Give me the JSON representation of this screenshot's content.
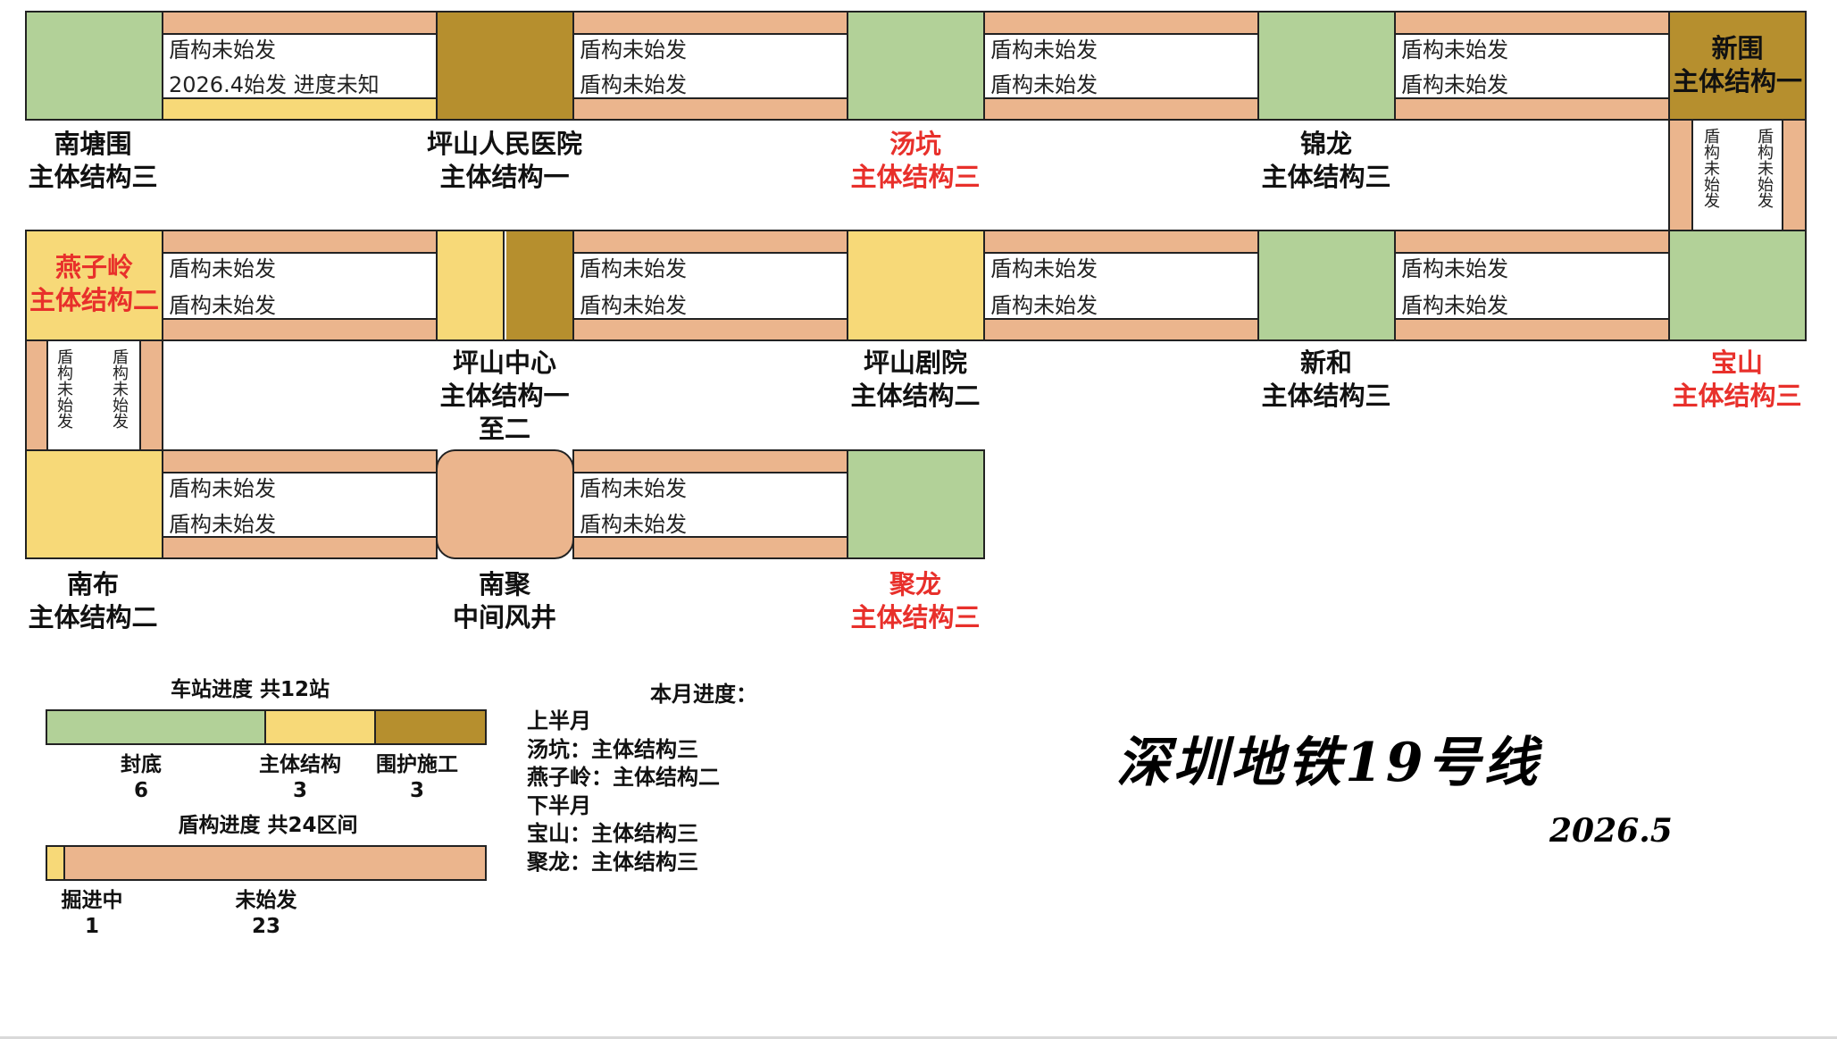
{
  "stations": [
    {
      "id": "nantangwei",
      "name": "南塘围",
      "status": "主体结构三",
      "highlight": false
    },
    {
      "id": "pingshan-hospital",
      "name": "坪山人民医院",
      "status": "主体结构一",
      "highlight": false
    },
    {
      "id": "tangkeng",
      "name": "汤坑",
      "status": "主体结构三",
      "highlight": true
    },
    {
      "id": "jinlong",
      "name": "锦龙",
      "status": "主体结构三",
      "highlight": false
    },
    {
      "id": "xinwei",
      "name": "新围",
      "status": "主体结构一",
      "highlight": false
    },
    {
      "id": "yanziling",
      "name": "燕子岭",
      "status": "主体结构二",
      "highlight": true
    },
    {
      "id": "pingshan-center",
      "name": "坪山中心",
      "status": "主体结构一",
      "status2": "至二",
      "highlight": false
    },
    {
      "id": "pingshan-theatre",
      "name": "坪山剧院",
      "status": "主体结构二",
      "highlight": false
    },
    {
      "id": "xinhe",
      "name": "新和",
      "status": "主体结构三",
      "highlight": false
    },
    {
      "id": "baoshan",
      "name": "宝山",
      "status": "主体结构三",
      "highlight": true
    },
    {
      "id": "nanbu",
      "name": "南布",
      "status": "主体结构二",
      "highlight": false
    },
    {
      "id": "nanju",
      "name": "南聚",
      "status": "中间风井",
      "highlight": false
    },
    {
      "id": "julong",
      "name": "聚龙",
      "status": "主体结构三",
      "highlight": true
    }
  ],
  "tunnels": {
    "t1": {
      "upper": "盾构未始发",
      "lower": "2026.4始发 进度未知"
    },
    "t2": {
      "upper": "盾构未始发",
      "lower": "盾构未始发"
    },
    "t3": {
      "upper": "盾构未始发",
      "lower": "盾构未始发"
    },
    "t4": {
      "upper": "盾构未始发",
      "lower": "盾构未始发"
    },
    "t5": {
      "left": "盾构未始发",
      "right": "盾构未始发"
    },
    "t6": {
      "upper": "盾构未始发",
      "lower": "盾构未始发"
    },
    "t7": {
      "upper": "盾构未始发",
      "lower": "盾构未始发"
    },
    "t8": {
      "upper": "盾构未始发",
      "lower": "盾构未始发"
    },
    "t9": {
      "upper": "盾构未始发",
      "lower": "盾构未始发"
    },
    "t10": {
      "left": "盾构未始发",
      "right": "盾构未始发"
    },
    "t11": {
      "upper": "盾构未始发",
      "lower": "盾构未始发"
    },
    "t12": {
      "upper": "盾构未始发",
      "lower": "盾构未始发"
    }
  },
  "legend": {
    "station_title": "车站进度 共12站",
    "station_items": [
      {
        "label": "封底",
        "count": "6"
      },
      {
        "label": "主体结构",
        "count": "3"
      },
      {
        "label": "围护施工",
        "count": "3"
      }
    ],
    "shield_title": "盾构进度 共24区间",
    "shield_items": [
      {
        "label": "掘进中",
        "count": "1"
      },
      {
        "label": "未始发",
        "count": "23"
      }
    ]
  },
  "monthly": {
    "title": "本月进度：",
    "lines": [
      "上半月",
      "汤坑：主体结构三",
      "燕子岭：主体结构二",
      "下半月",
      "宝山：主体结构三",
      "聚龙：主体结构三"
    ]
  },
  "main_title": "深圳地铁19号线",
  "date": "2026.5",
  "colors": {
    "sealed": "#b2d198",
    "main_structure": "#f7d978",
    "enclosure": "#b68f2e",
    "not_started": "#ebb58d",
    "highlight_text": "#e8302b"
  }
}
